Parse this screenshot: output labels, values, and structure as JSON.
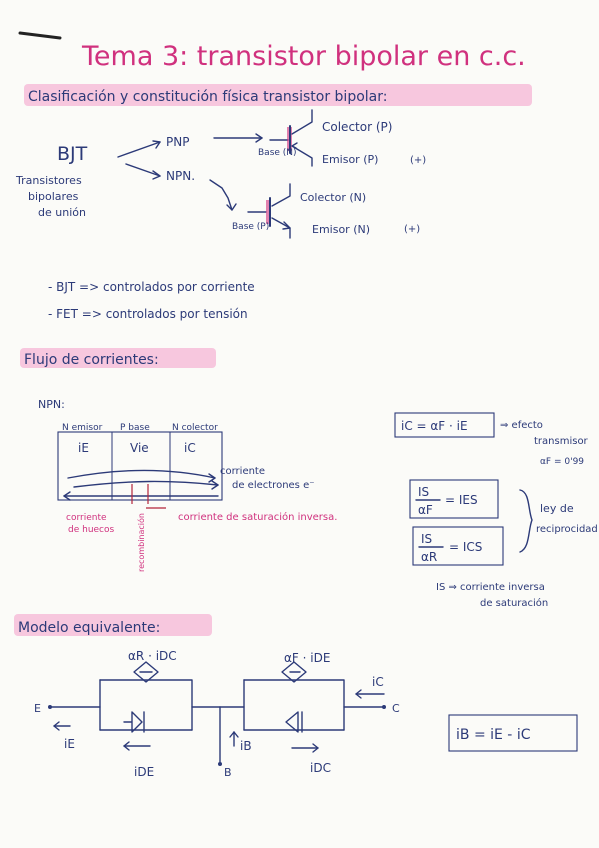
{
  "title": "Tema 3: transistor bipolar en c.c.",
  "section1": {
    "heading": "Clasificación y constitución física transistor bipolar:",
    "bjt": "BJT",
    "bjt_desc": [
      "Transistores",
      "bipolares",
      "de unión"
    ],
    "pnp": "PNP",
    "npn": "NPN.",
    "pnp_colector": "Colector (P)",
    "pnp_base": "Base (N)",
    "pnp_emisor": "Emisor (P)",
    "pnp_plus": "(+)",
    "npn_colector": "Colector (N)",
    "npn_base": "Base (P)",
    "npn_emisor": "Emisor (N)",
    "npn_plus": "(+)"
  },
  "notes": [
    "- BJT => controlados por corriente",
    "- FET => controlados por tensión"
  ],
  "section2": {
    "heading": "Flujo de corrientes:",
    "npn_label": "NPN:",
    "emisor_col": "N emisor",
    "base_col": "P base",
    "colector_col": "N colector",
    "ie": "iE",
    "vie": "Vie",
    "ic": "iC",
    "corriente_electrones": [
      "corriente",
      "de electrones  e⁻"
    ],
    "corriente_huecos": [
      "corriente",
      "de huecos"
    ],
    "recombinacion": "recombinación",
    "corriente_saturacion": "corriente de saturación inversa.",
    "eq_ic": "iC = αF · iE",
    "efecto": [
      "⇒ efecto",
      "transmisor",
      "αF = 0'99"
    ],
    "eq1_num": "IS",
    "eq1_den": "αF",
    "eq1_rhs": "= IES",
    "eq2_num": "IS",
    "eq2_den": "αR",
    "eq2_rhs": "= ICS",
    "ley": [
      "ley de",
      "reciprocidad"
    ],
    "is_desc": [
      "IS ⇒ corriente inversa",
      "de saturación"
    ]
  },
  "section3": {
    "heading": "Modelo equivalente:",
    "alpha_r": "αR · iDC",
    "alpha_f": "αF · iDE",
    "e": "E",
    "c": "C",
    "b": "B",
    "ie": "iE",
    "ic": "iC",
    "ib": "iB",
    "ide": "iDE",
    "idc": "iDC",
    "eq_ib": "iB = iE - iC"
  }
}
